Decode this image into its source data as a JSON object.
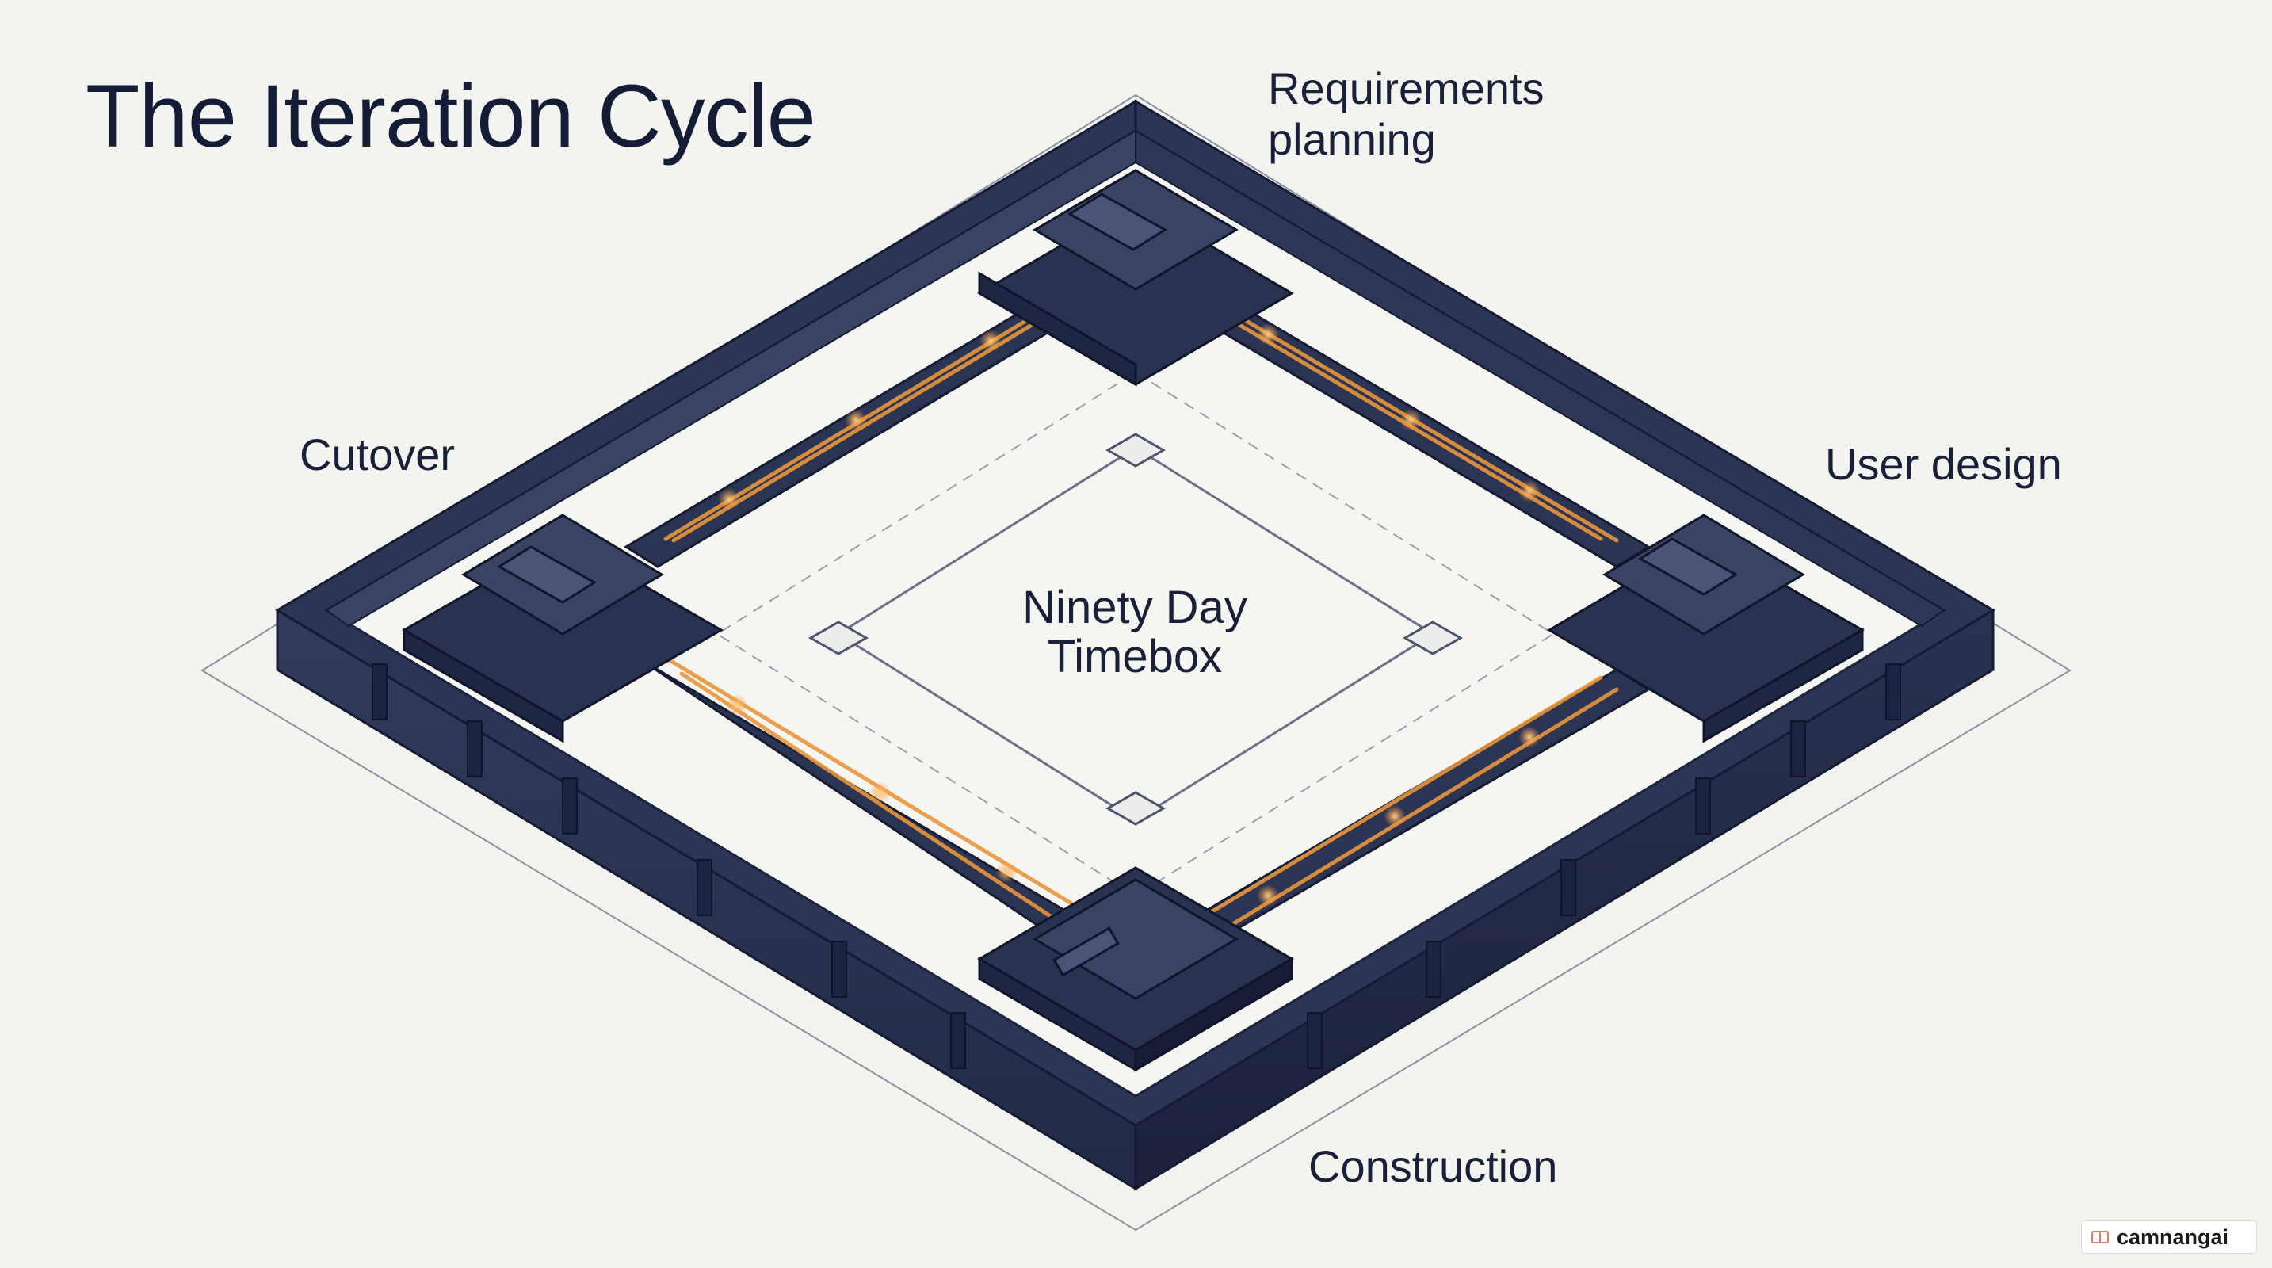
{
  "diagram": {
    "title": "The Iteration Cycle",
    "center_label_lines": [
      "Ninety Day",
      "Timebox"
    ],
    "stages": {
      "top": [
        "Requirements",
        "planning"
      ],
      "right": "User design",
      "bottom": "Construction",
      "left": "Cutover"
    },
    "colors": {
      "wall": "#2b3352",
      "wall_dark": "#1d2440",
      "wall_top": "#3c4566",
      "floor": "#f6f6f3",
      "circuit": "#e8963a",
      "circuit_glow": "#f4b55e"
    }
  },
  "watermark": {
    "text": "camnangai",
    "icon": "book-icon"
  }
}
